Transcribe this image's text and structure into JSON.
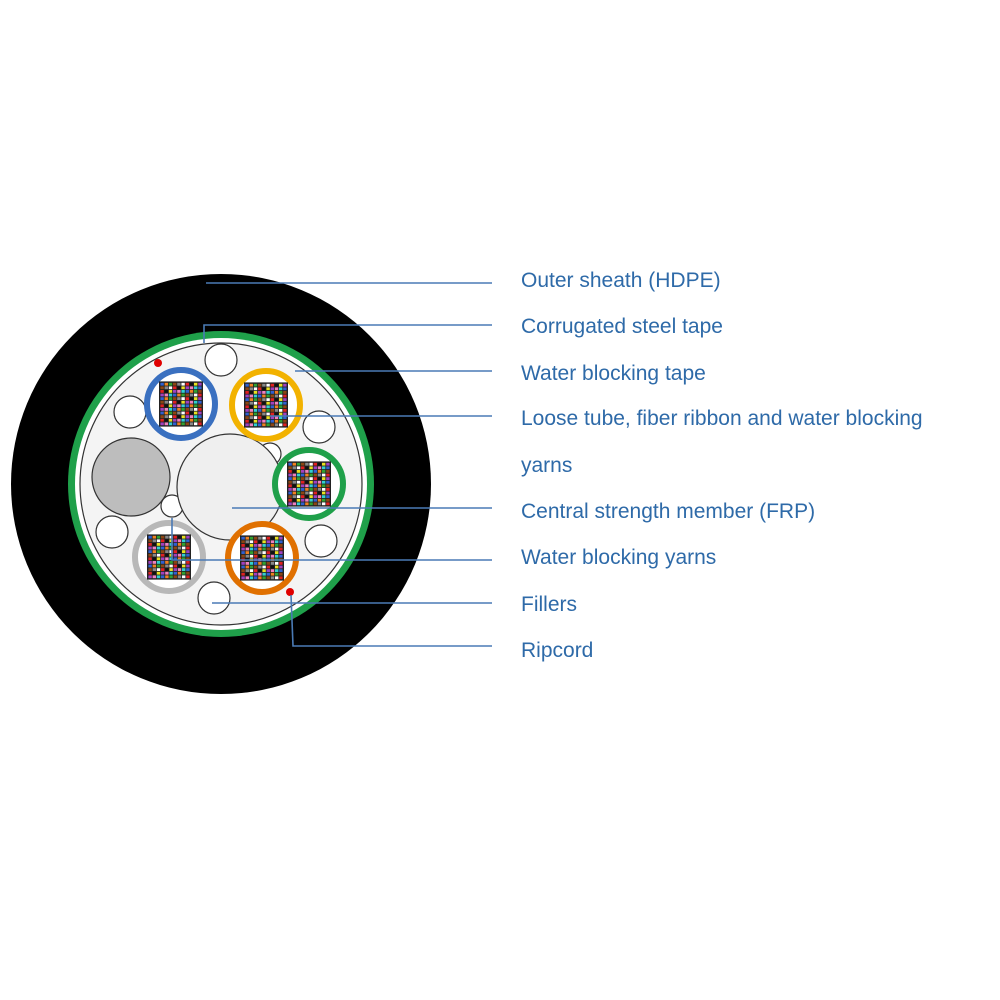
{
  "labels": {
    "outer_sheath": "Outer sheath (HDPE)",
    "corrugated_steel_tape": "Corrugated steel tape",
    "water_blocking_tape": "Water blocking tape",
    "loose_tube_line1": "Loose tube, fiber ribbon and water blocking",
    "loose_tube_line2": "yarns",
    "central_strength_member": "Central strength member (FRP)",
    "water_blocking_yarns": "Water blocking yarns",
    "fillers": "Fillers",
    "ripcord": "Ripcord"
  },
  "colors": {
    "sheath": "#000000",
    "steel_tape": "#1fa04a",
    "core": "#f4f4f4",
    "strength_member": "#efefef",
    "filler_grey": "#bdbdbd",
    "ripcord": "#e00000",
    "label_text": "#2e6aa8",
    "leader_line": "#4a7ab5",
    "tube_colors": [
      "#3a70c0",
      "#f2b200",
      "#1fa04a",
      "#e07000",
      "#b8b8b8"
    ],
    "fiber_colors": [
      "#3060d0",
      "#f08020",
      "#30a030",
      "#8b4513",
      "#888888",
      "#ffffff",
      "#e02020",
      "#111111",
      "#e8e020",
      "#a040c0",
      "#f080c0",
      "#30d0d0"
    ]
  }
}
